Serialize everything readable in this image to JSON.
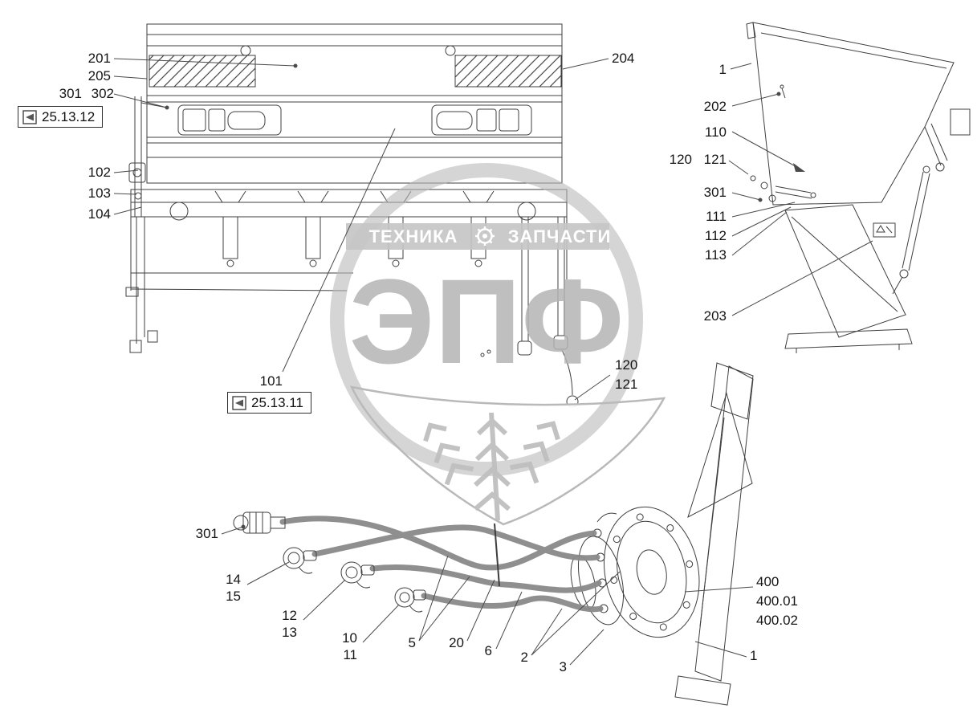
{
  "watermark": {
    "band_left": "ТЕХНИКА",
    "band_right": "ЗАПЧАСТИ",
    "logo_text": "ЭПФ"
  },
  "ref_badges": [
    {
      "label": "25.13.12"
    },
    {
      "label": "25.13.11"
    }
  ],
  "callouts": {
    "rear_view": [
      "201",
      "205",
      "301",
      "302",
      "102",
      "103",
      "104",
      "204",
      "101",
      "120",
      "121"
    ],
    "side_view": [
      "1",
      "202",
      "110",
      "120",
      "121",
      "301",
      "111",
      "112",
      "113",
      "203"
    ],
    "bottom_view": [
      "301",
      "14",
      "15",
      "12",
      "13",
      "10",
      "11",
      "5",
      "20",
      "6",
      "2",
      "3",
      "400",
      "400.01",
      "400.02",
      "1"
    ]
  },
  "colors": {
    "line": "#3f3f3f",
    "hose": "#8a8a8a",
    "watermark": "#b9b9b9",
    "label": "#151515"
  }
}
